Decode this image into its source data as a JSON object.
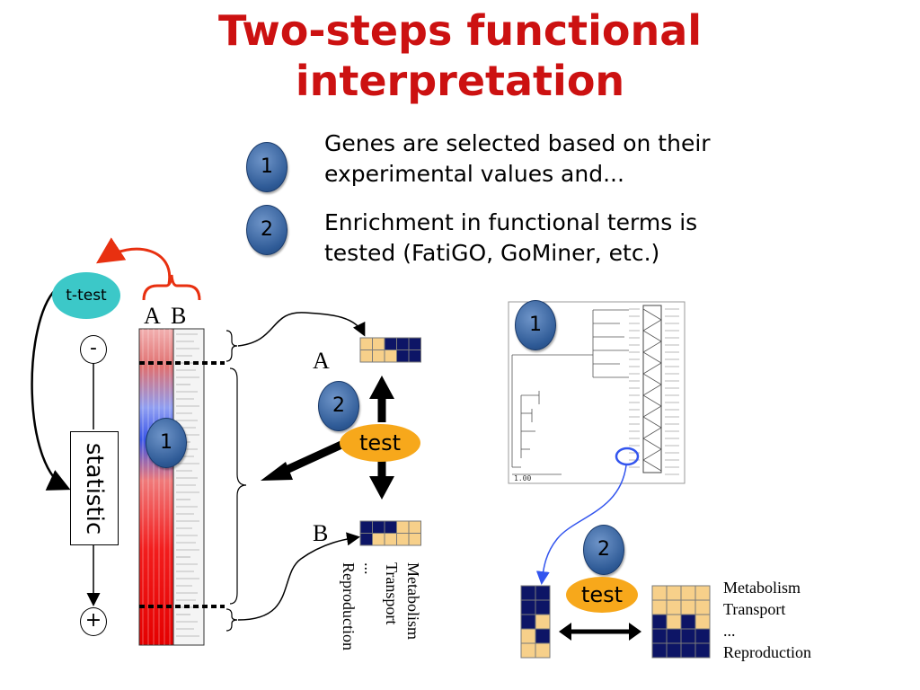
{
  "title": {
    "line1": "Two-steps functional",
    "line2": "interpretation"
  },
  "steps": [
    {
      "number": "1",
      "text_line1": "Genes are selected based on their",
      "text_line2": "experimental values and..."
    },
    {
      "number": "2",
      "text_line1": "Enrichment in functional terms is",
      "text_line2": "tested (FatiGO, GoMiner, etc.)"
    }
  ],
  "left": {
    "ttest_label": "t-test",
    "statistic_label": "statistic",
    "minus_label": "-",
    "plus_label": "+",
    "column_a": "A",
    "column_b": "B",
    "badge1": "1",
    "badge2": "2",
    "group_a": "A",
    "group_b": "B",
    "test_label": "test",
    "terms": [
      "Metabolism",
      "Transport",
      "...",
      "Reproduction"
    ]
  },
  "right": {
    "badge1": "1",
    "badge2": "2",
    "test_label": "test",
    "tree_scale": "1.00",
    "terms": [
      "Metabolism",
      "Transport",
      "...",
      "Reproduction"
    ]
  },
  "colors": {
    "title_red": "#cc1111",
    "badge_blue": "#2e5a96",
    "test_orange": "#f7a81b",
    "ttest_teal": "#3cc8c8",
    "navy": "#0d1566",
    "gold": "#f7d08a",
    "arrow_red": "#e83010"
  }
}
